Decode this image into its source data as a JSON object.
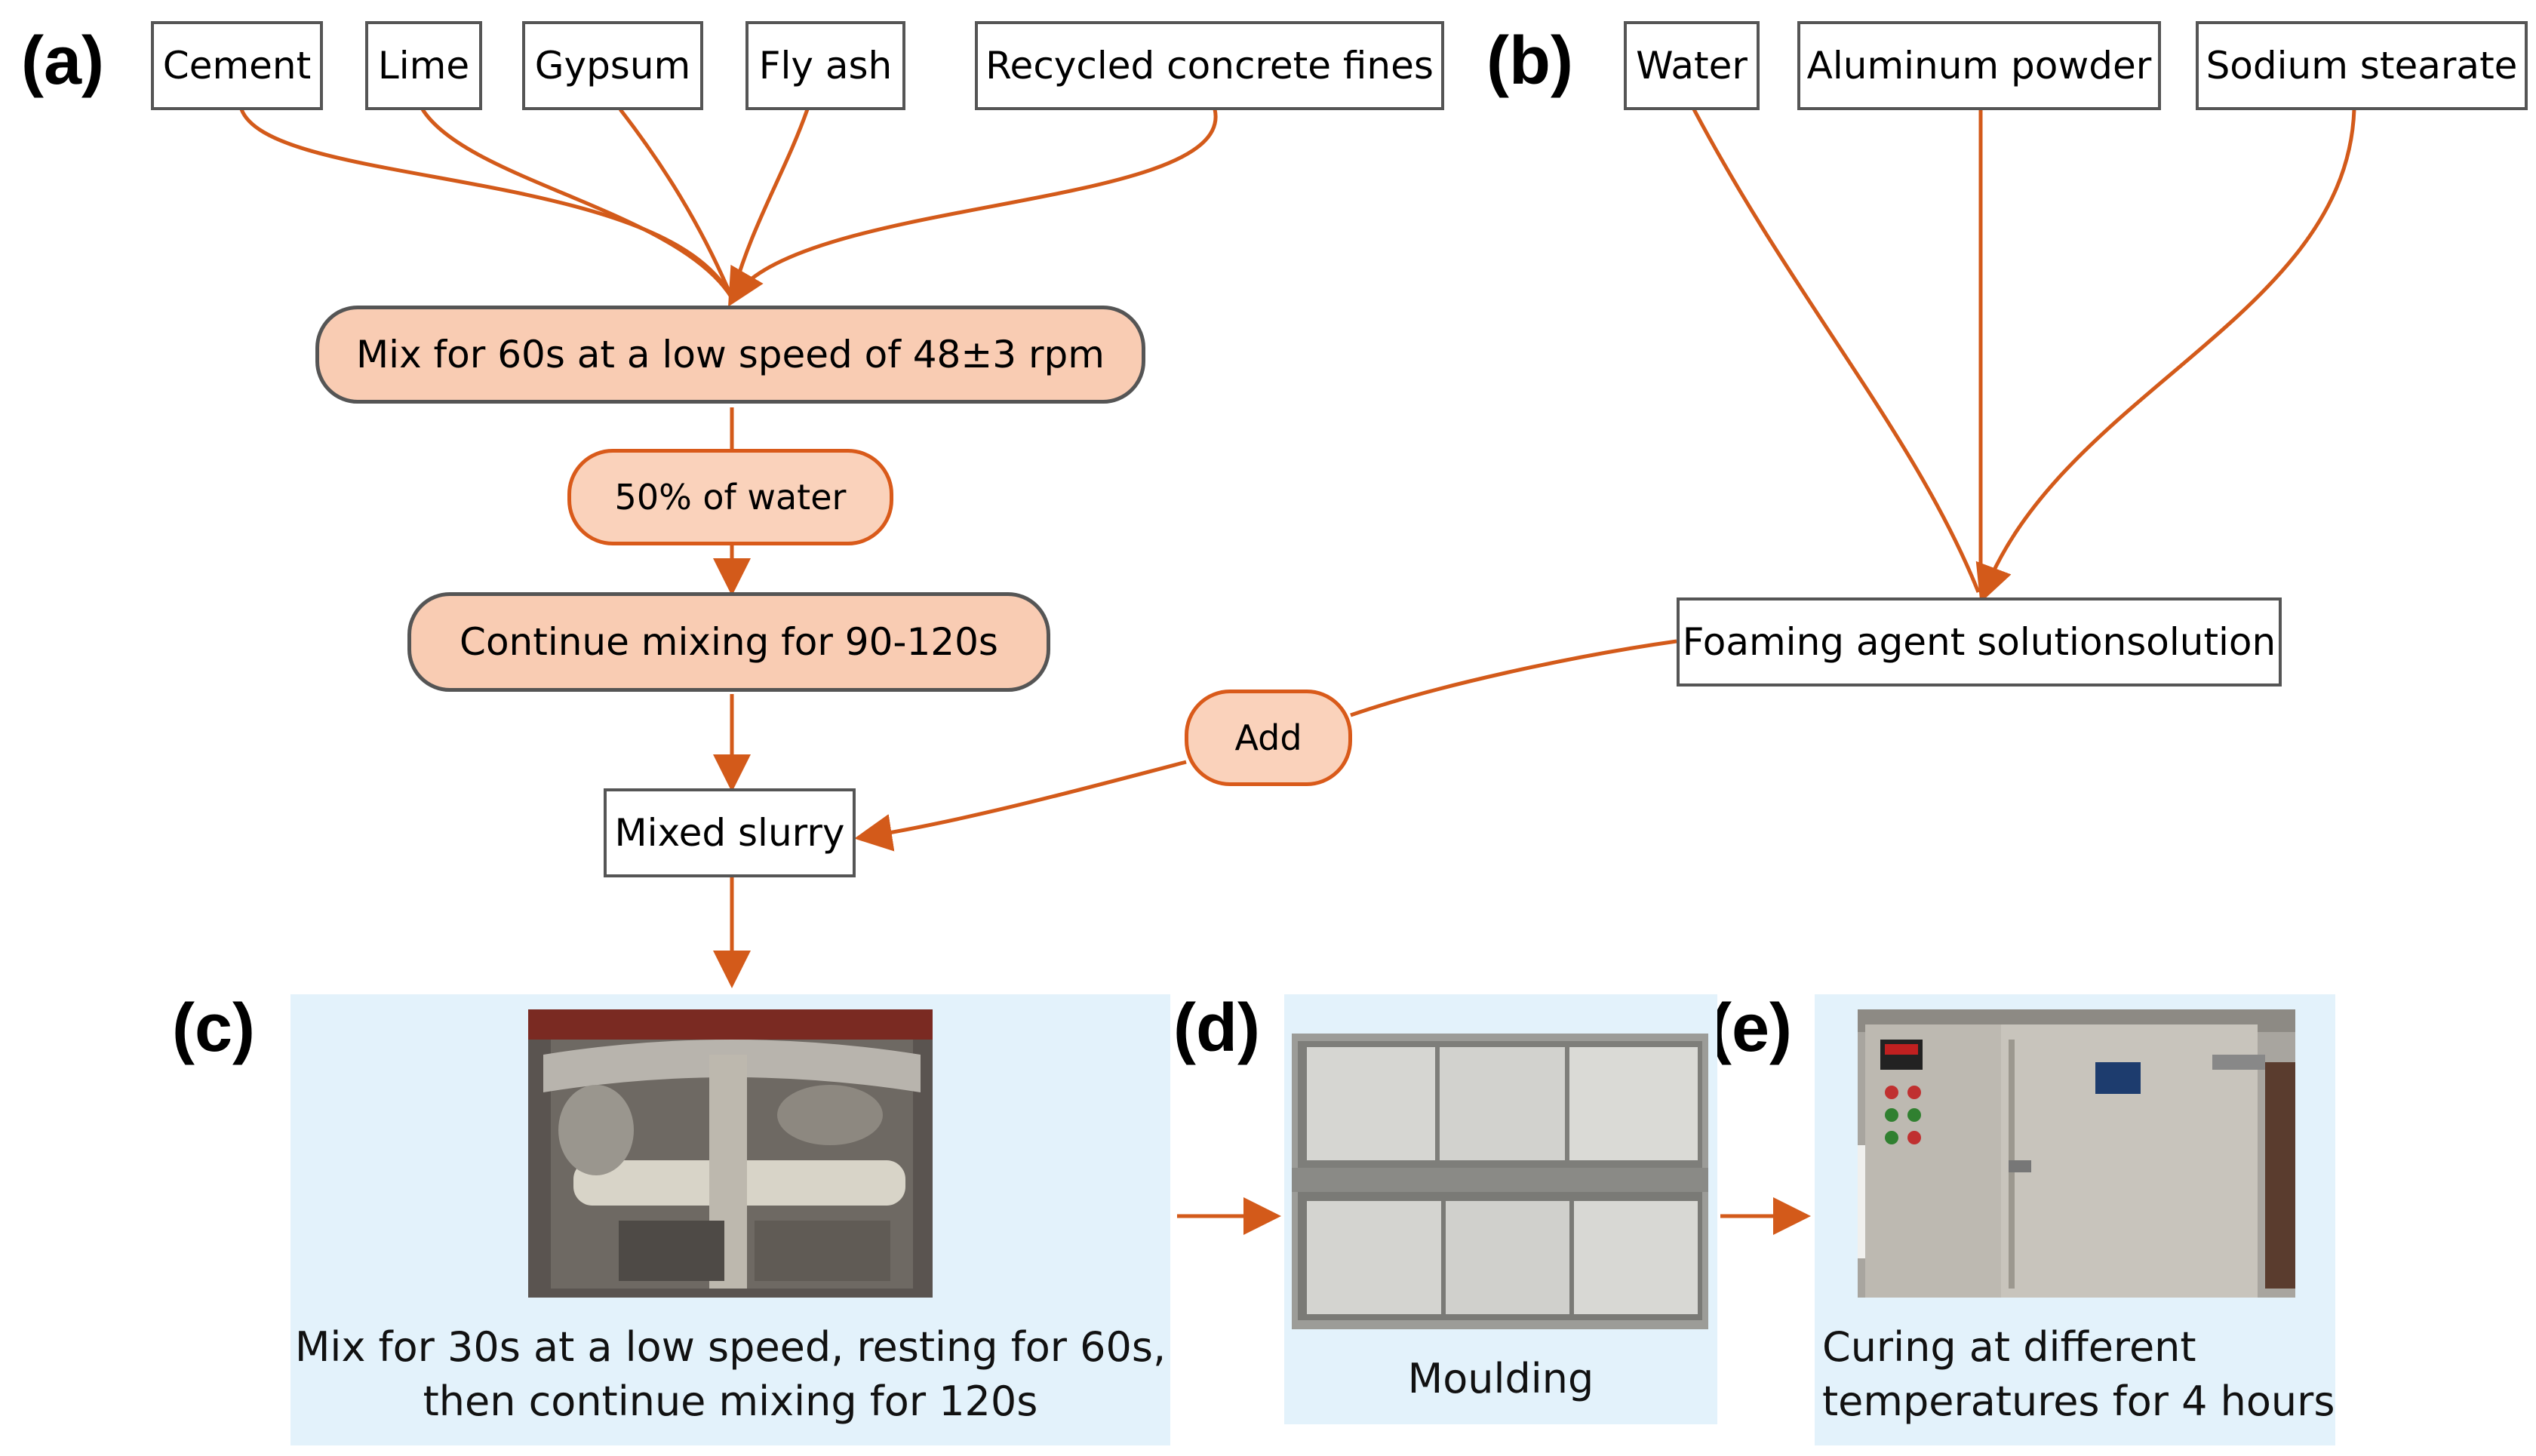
{
  "panel_labels": {
    "a": "(a)",
    "b": "(b)",
    "c": "(c)",
    "d": "(d)",
    "e": "(e)"
  },
  "materials_a": [
    "Cement",
    "Lime",
    "Gypsum",
    "Fly ash",
    "Recycled concrete fines"
  ],
  "materials_b": [
    "Water",
    "Aluminum powder",
    "Sodium stearate"
  ],
  "steps": {
    "mix_low_speed": "Mix for 60s at a low speed of 48±3 rpm",
    "water_half": "50% of water",
    "continue_mixing": "Continue mixing for 90-120s",
    "mixed_slurry": "Mixed slurry",
    "foaming_agent": "Foaming agent solutionsolution",
    "add": "Add"
  },
  "stages": {
    "c_line1": "Mix for 30s at a low speed, resting for 60s,",
    "c_line2": "then continue mixing for 120s",
    "d": "Moulding",
    "e_line1": "Curing at different",
    "e_line2": "temperatures for 4 hours"
  },
  "colors": {
    "arrow": "#d35a1a",
    "pill_fill": "#f9ccb3",
    "stage_bg": "#e3f2fb",
    "box_border": "#555555"
  }
}
